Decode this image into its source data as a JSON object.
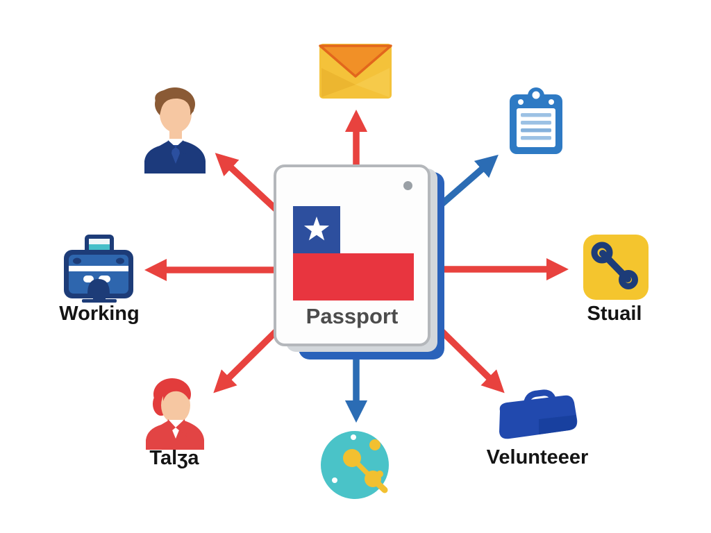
{
  "diagram": {
    "center": {
      "type": "passport",
      "label": "Passport",
      "flag": "Chile",
      "cover_color": "#2a62ba",
      "flag_blue": "#2d4f9e",
      "flag_red": "#e8353f"
    },
    "spokes": [
      {
        "position": "top",
        "icon": "mail-icon",
        "arrow_color": "red",
        "label": ""
      },
      {
        "position": "top-left",
        "icon": "businessman-icon",
        "arrow_color": "red",
        "label": ""
      },
      {
        "position": "top-right",
        "icon": "clipboard-icon",
        "arrow_color": "blue",
        "label": ""
      },
      {
        "position": "left",
        "icon": "workstation-icon",
        "arrow_color": "red",
        "label": "Working"
      },
      {
        "position": "right",
        "icon": "link-icon",
        "arrow_color": "red",
        "label": "Stuail"
      },
      {
        "position": "bottom-left",
        "icon": "red-person-icon",
        "arrow_color": "red",
        "label": "Talʒa"
      },
      {
        "position": "bottom",
        "icon": "globe-icon",
        "arrow_color": "blue",
        "label": ""
      },
      {
        "position": "bottom-right",
        "icon": "briefcase-icon",
        "arrow_color": "red",
        "label": "Velunteeer"
      }
    ],
    "colors": {
      "arrow_red": "#e8423e",
      "arrow_blue": "#2b6cb4",
      "label_text": "#141414",
      "passport_text": "#4c4c4c",
      "mail_yellow": "#f4c23a",
      "mail_orange": "#f19027",
      "icon_navy": "#1d3c78",
      "icon_blue": "#2e7ac4",
      "link_yellow": "#f4c52e",
      "globe_teal": "#4ac3c8",
      "globe_yellow": "#f2c030",
      "briefcase_blue": "#2149ae",
      "person_red": "#e24444",
      "skin": "#f6c7a2",
      "hair_brown": "#8a5a35"
    }
  }
}
